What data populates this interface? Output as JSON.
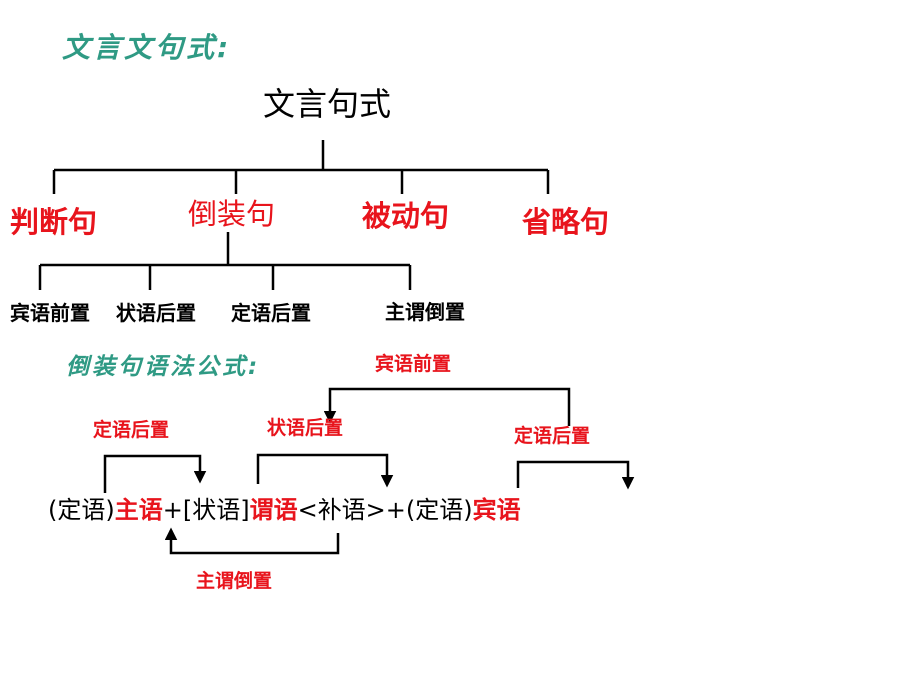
{
  "heading_main": "文言文句式:",
  "root": "文言句式",
  "categories": [
    "判断句",
    "倒装句",
    "被动句",
    "省略句"
  ],
  "sub_types": [
    "宾语前置",
    "状语后置",
    "定语后置",
    "主谓倒置"
  ],
  "heading_formula": "倒装句语法公式:",
  "formula": {
    "p1": "(定语)",
    "subject": "主语",
    "p2": "+[状语]",
    "predicate": "谓语",
    "p3": "<补语>+(定语)",
    "object": "宾语"
  },
  "annotations": {
    "object_fronting": "宾语前置",
    "attr_post_left": "定语后置",
    "adverbial_post": "状语后置",
    "attr_post_right": "定语后置",
    "subj_pred_inversion": "主谓倒置"
  },
  "colors": {
    "heading": "#2f9a84",
    "highlight": "#e8141c",
    "text": "#000000"
  }
}
